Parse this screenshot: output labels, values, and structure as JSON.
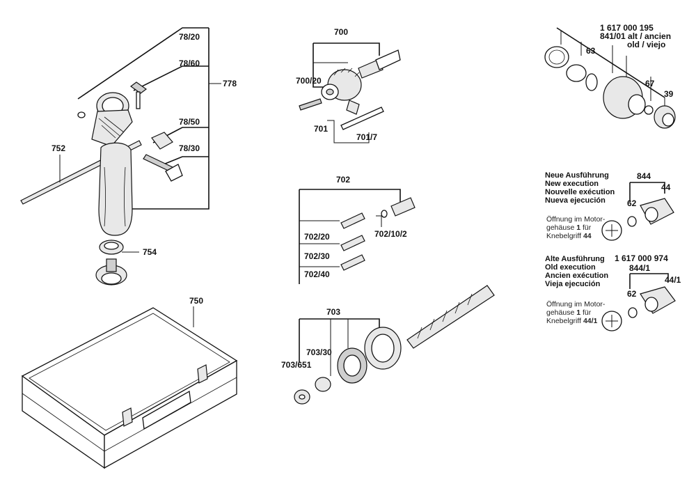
{
  "labels": {
    "p78_20": "78/20",
    "p78_60": "78/60",
    "p778": "778",
    "p78_50": "78/50",
    "p78_30": "78/30",
    "p752": "752",
    "p754": "754",
    "p750": "750",
    "p700": "700",
    "p700_20": "700/20",
    "p701": "701",
    "p701_7": "701/7",
    "p702": "702",
    "p702_20": "702/20",
    "p702_30": "702/30",
    "p702_40": "702/40",
    "p702_10_2": "702/10/2",
    "p703": "703",
    "p703_651": "703/651",
    "p703_30": "703/30",
    "p63": "63",
    "p67": "67",
    "p39": "39",
    "p844": "844",
    "p44": "44",
    "p62a": "62",
    "p62b": "62",
    "p844_1": "844/1",
    "p44_1": "44/1"
  },
  "top_right": {
    "code": "1 617 000 195",
    "line1": "841/01 alt / ancien",
    "line2": "old / viejo"
  },
  "new_execution": {
    "line1": "Neue Ausführung",
    "line2": "New execution",
    "line3": "Nouvelle exécution",
    "line4": "Nueva ejecución",
    "note1": "Öffnung im Motor-",
    "note2_pre": "gehäuse ",
    "note2_num": "1",
    "note2_post": " für",
    "note3_pre": "Knebelgriff ",
    "note3_num": "44"
  },
  "old_execution": {
    "line1": "Alte Ausführung",
    "line2": "Old execution",
    "line3": "Ancien exécution",
    "line4": "Vieja ejecución",
    "code": "1 617 000 974",
    "note1": "Öffnung im Motor-",
    "note2_pre": "gehäuse ",
    "note2_num": "1",
    "note2_post": " für",
    "note3_pre": "Knebelgriff ",
    "note3_num": "44/1"
  }
}
